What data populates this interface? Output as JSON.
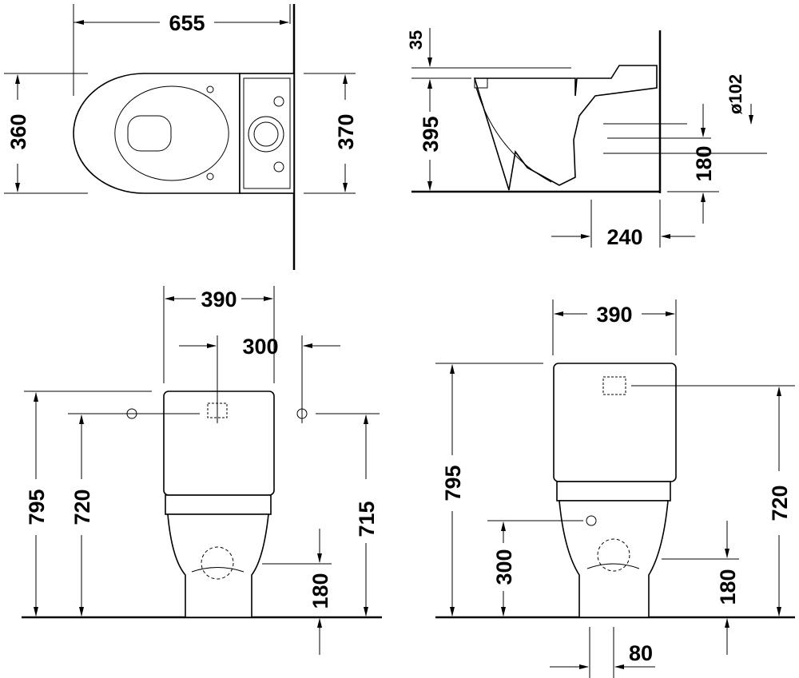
{
  "top_view": {
    "length": "655",
    "width_bowl": "360",
    "width_tank": "370"
  },
  "side_view": {
    "seat_offset": "35",
    "height_rim": "395",
    "outlet_diameter": "ø102",
    "outlet_height": "180",
    "outlet_distance": "240"
  },
  "front_view_left": {
    "tank_width": "390",
    "inlet_spacing": "300",
    "total_height": "795",
    "inlet_height": "720",
    "inlet_height_right": "715",
    "outlet_height": "180"
  },
  "front_view_right": {
    "tank_width": "390",
    "total_height": "795",
    "side_inlet_height": "300",
    "inlet_height": "720",
    "outlet_height": "180",
    "outlet_offset": "80"
  }
}
